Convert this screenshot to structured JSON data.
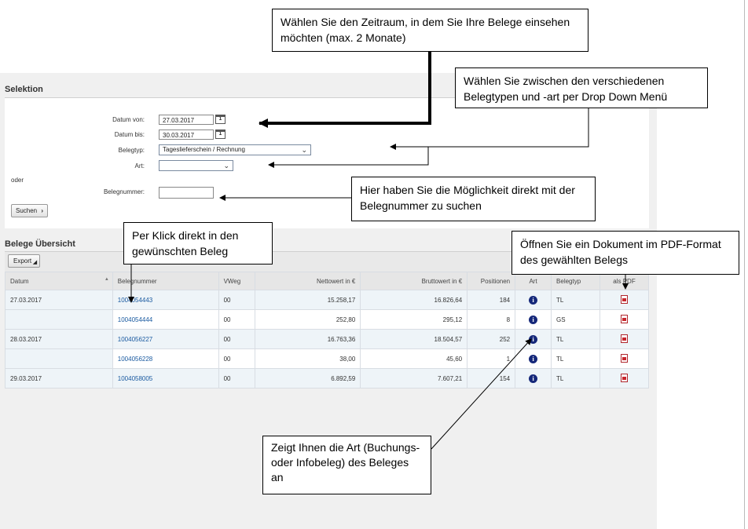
{
  "selection": {
    "title": "Selektion",
    "labels": {
      "date_from": "Datum von:",
      "date_to": "Datum bis:",
      "doc_type": "Belegtyp:",
      "kind": "Art:",
      "or": "oder",
      "doc_number": "Belegnummer:"
    },
    "date_from_value": "27.03.2017",
    "date_to_value": "30.03.2017",
    "calendar_glyph": "1",
    "doc_type_value": "Tageslieferschein / Rechnung",
    "kind_value": "",
    "doc_number_value": "",
    "search_label": "Suchen",
    "search_chevron": "›"
  },
  "overview": {
    "title": "Belege Übersicht",
    "export_label": "Export",
    "columns": [
      "Datum",
      "Belegnummer",
      "VWeg",
      "Nettowert in €",
      "Bruttowert in €",
      "Positionen",
      "Art",
      "Belegtyp",
      "als PDF"
    ],
    "sort_glyph": "▲",
    "info_glyph": "i",
    "rows": [
      {
        "date": "27.03.2017",
        "number": "1004054443",
        "vweg": "00",
        "net": "15.258,17",
        "gross": "16.826,64",
        "positions": "184",
        "type": "TL"
      },
      {
        "date": "",
        "number": "1004054444",
        "vweg": "00",
        "net": "252,80",
        "gross": "295,12",
        "positions": "8",
        "type": "GS"
      },
      {
        "date": "28.03.2017",
        "number": "1004056227",
        "vweg": "00",
        "net": "16.763,36",
        "gross": "18.504,57",
        "positions": "252",
        "type": "TL"
      },
      {
        "date": "",
        "number": "1004056228",
        "vweg": "00",
        "net": "38,00",
        "gross": "45,60",
        "positions": "1",
        "type": "TL"
      },
      {
        "date": "29.03.2017",
        "number": "1004058005",
        "vweg": "00",
        "net": "6.892,59",
        "gross": "7.607,21",
        "positions": "154",
        "type": "TL"
      }
    ]
  },
  "callouts": {
    "period": "Wählen Sie den Zeitraum, in dem Sie Ihre Belege einsehen möchten (max. 2 Monate)",
    "types": "Wählen Sie zwischen den verschiedenen Belegtypen und -art per Drop Down Menü",
    "number": "Hier haben Sie die Möglichkeit direkt mit der Belegnummer zu suchen",
    "click": "Per Klick direkt in den gewünschten Beleg",
    "pdf": "Öffnen Sie ein Dokument im PDF-Format des gewählten Belegs",
    "kind": "Zeigt Ihnen die Art (Buchungs- oder Infobeleg) des Beleges an"
  }
}
